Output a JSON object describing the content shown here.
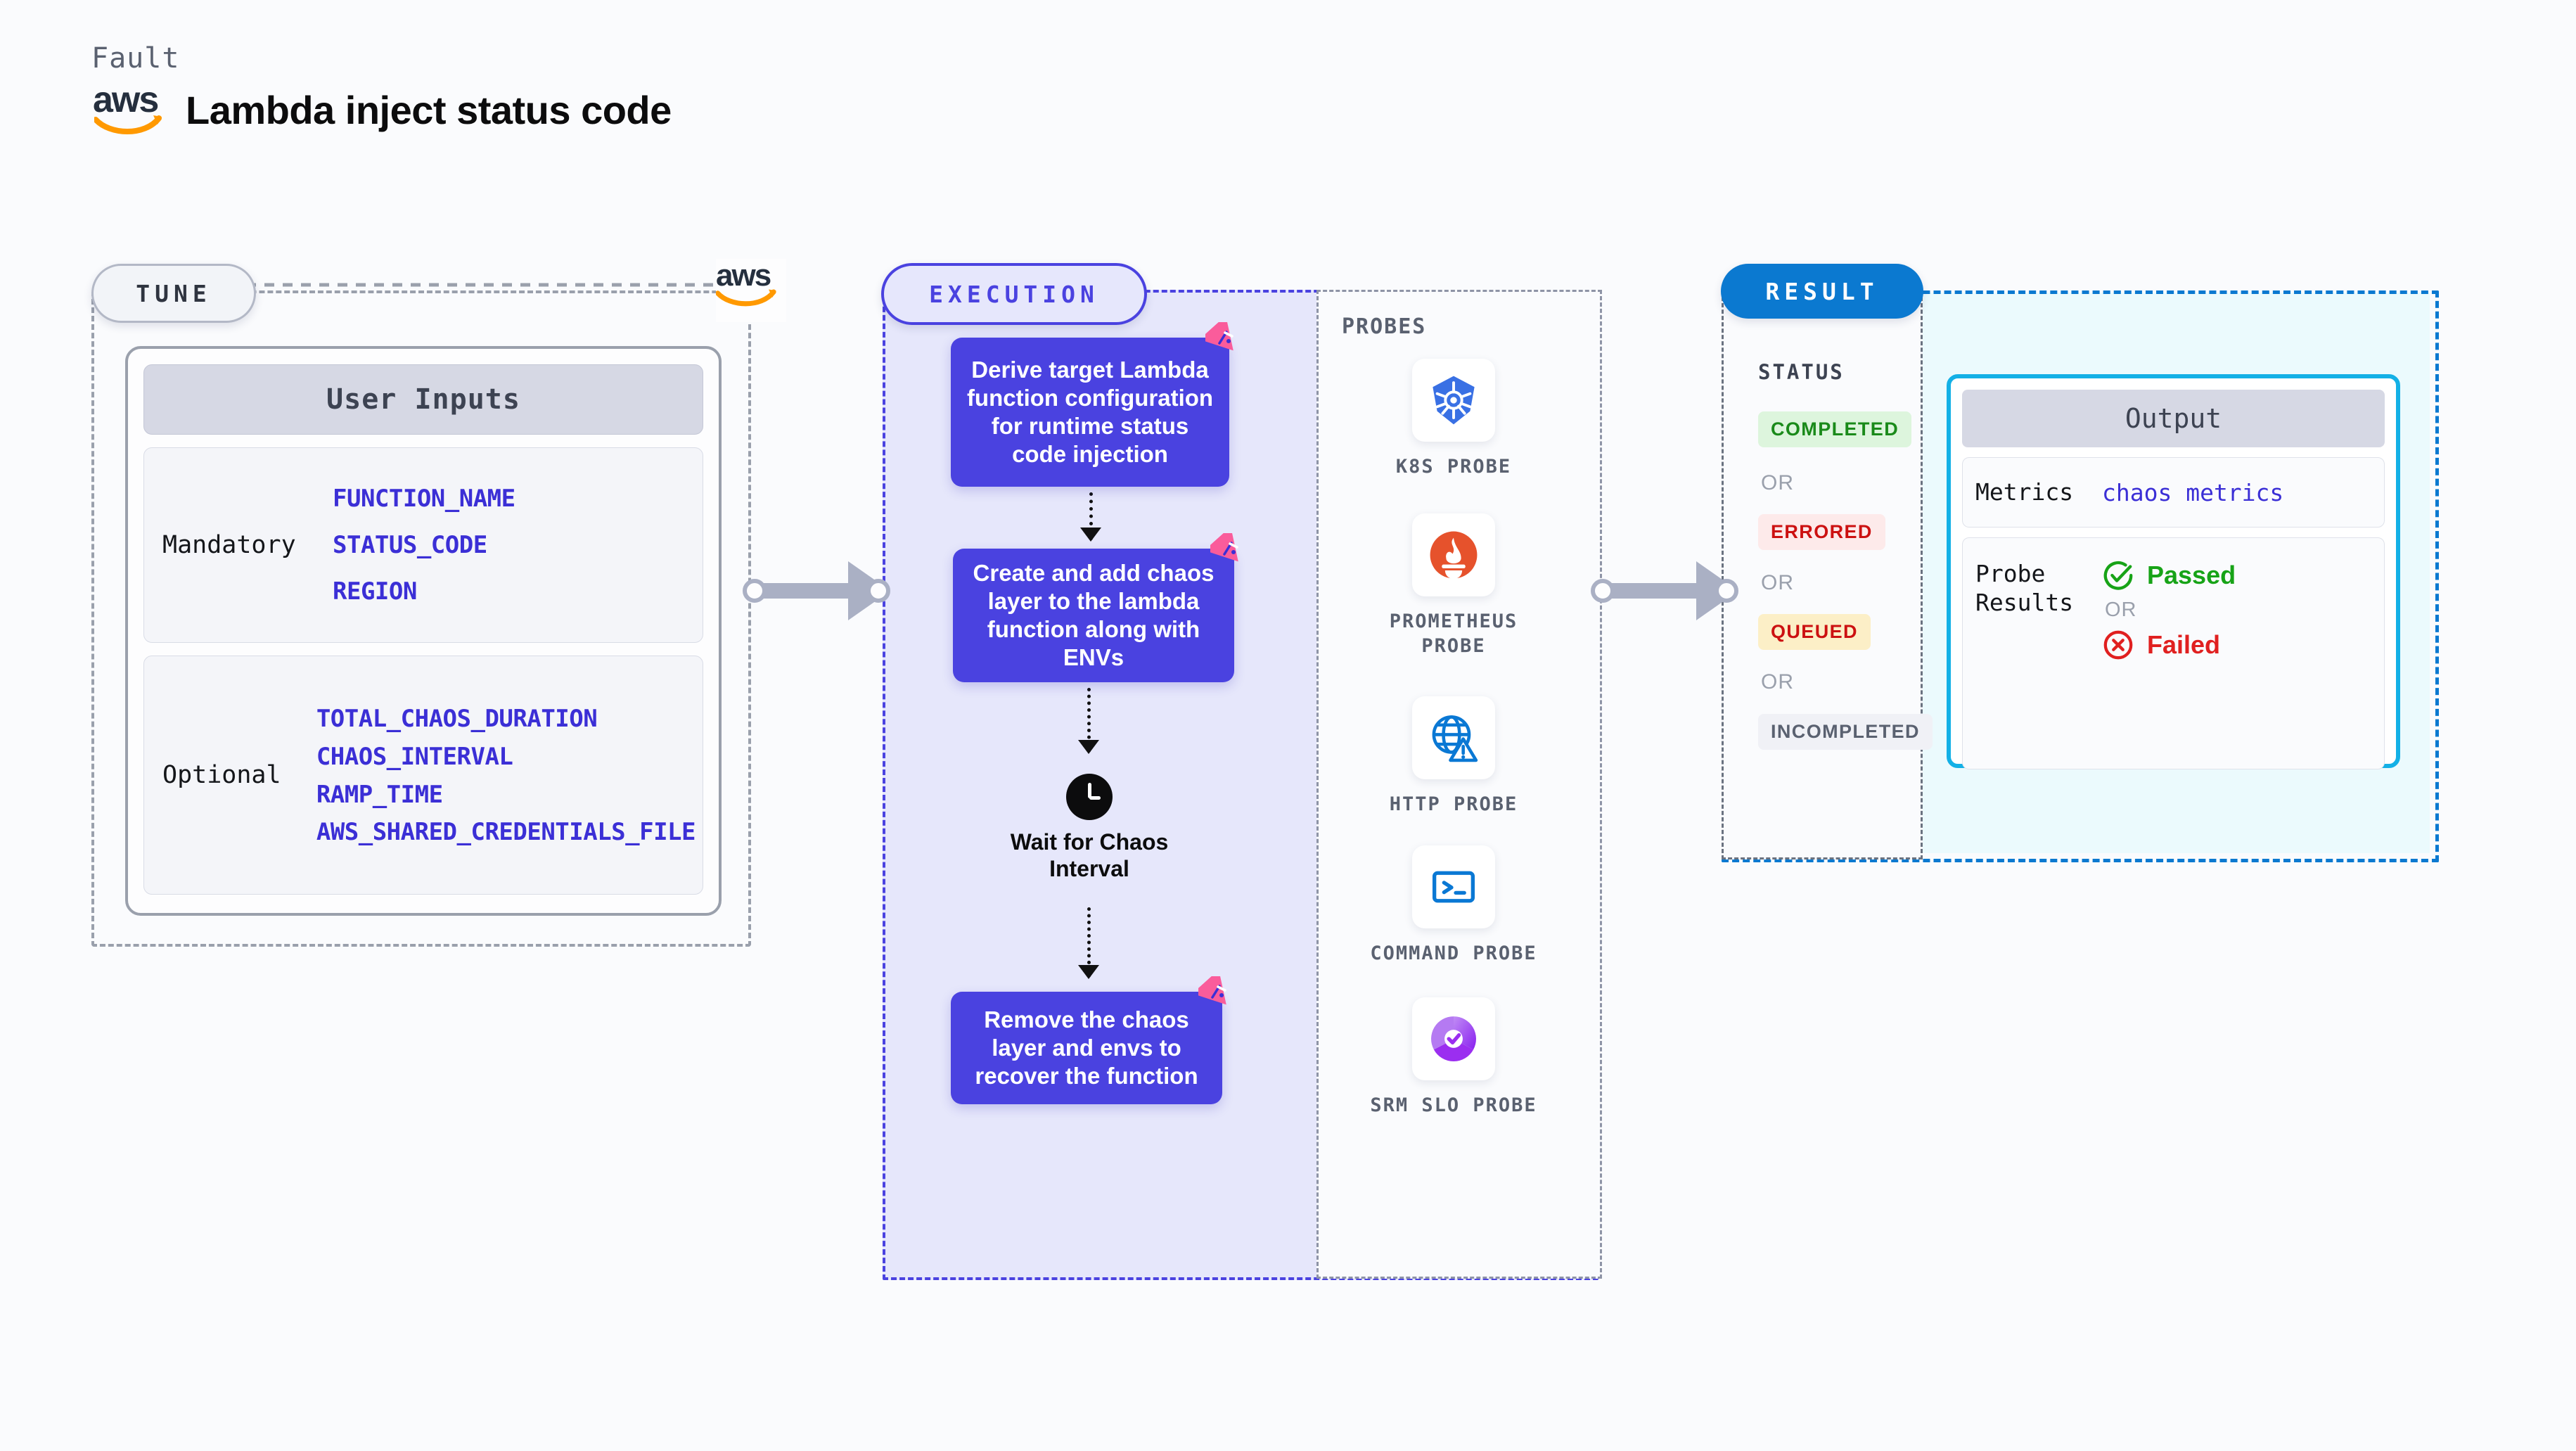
{
  "header": {
    "kicker": "Fault",
    "logo_alt": "aws-logo",
    "logo_word": "aws",
    "title": "Lambda inject status code"
  },
  "tune": {
    "pill_label": "TUNE",
    "aws_mini_word": "aws",
    "card_title": "User Inputs",
    "groups": [
      {
        "label": "Mandatory",
        "vars": [
          "FUNCTION_NAME",
          "STATUS_CODE",
          "REGION"
        ]
      },
      {
        "label": "Optional",
        "vars": [
          "TOTAL_CHAOS_DURATION",
          "CHAOS_INTERVAL",
          "RAMP_TIME",
          "AWS_SHARED_CREDENTIALS_FILE"
        ]
      }
    ]
  },
  "execution": {
    "pill_label": "EXECUTION",
    "steps": [
      {
        "text": "Derive target Lambda function configuration for runtime status code injection",
        "badge": "litmus-icon"
      },
      {
        "text": "Create and add chaos layer to the lambda function along with ENVs",
        "badge": "litmus-icon"
      }
    ],
    "wait_node": {
      "icon": "clock-icon",
      "label": "Wait for Chaos Interval"
    },
    "last_step": {
      "text": "Remove the chaos layer and envs to recover the function",
      "badge": "litmus-icon"
    }
  },
  "probes": {
    "title": "PROBES",
    "items": [
      {
        "label": "K8S PROBE",
        "icon": "kubernetes-icon"
      },
      {
        "label": "PROMETHEUS PROBE",
        "icon": "prometheus-icon"
      },
      {
        "label": "HTTP PROBE",
        "icon": "http-globe-icon"
      },
      {
        "label": "COMMAND PROBE",
        "icon": "terminal-icon"
      },
      {
        "label": "SRM SLO PROBE",
        "icon": "srm-slo-icon"
      }
    ]
  },
  "result": {
    "pill_label": "RESULT",
    "status_title": "STATUS",
    "separator": "OR",
    "statuses": [
      {
        "label": "COMPLETED",
        "color": "#1a8a1a",
        "bg": "#ddf5dd"
      },
      {
        "label": "ERRORED",
        "color": "#cc1111",
        "bg": "#fdeaea"
      },
      {
        "label": "QUEUED",
        "color": "#cc1111",
        "bg": "#fcefc7"
      },
      {
        "label": "INCOMPLETED",
        "color": "#5a6170",
        "bg": "#f0f1f6"
      }
    ],
    "output": {
      "title": "Output",
      "metrics_key": "Metrics",
      "metrics_value": "chaos metrics",
      "probe_results_key": "Probe Results",
      "passed_label": "Passed",
      "passed_icon": "check-circle-icon",
      "passed_color": "#17a317",
      "or_label": "OR",
      "failed_label": "Failed",
      "failed_icon": "x-circle-icon",
      "failed_color": "#e02020"
    }
  },
  "connectors": [
    {
      "name": "tune-to-execution"
    },
    {
      "name": "execution-to-result"
    }
  ],
  "palette": {
    "execution_purple": "#4a42e0",
    "result_blue": "#0b79d0",
    "cyan": "#13b0e6",
    "litmus_pink": "#fa5c9b",
    "aws_orange": "#ff9900"
  }
}
